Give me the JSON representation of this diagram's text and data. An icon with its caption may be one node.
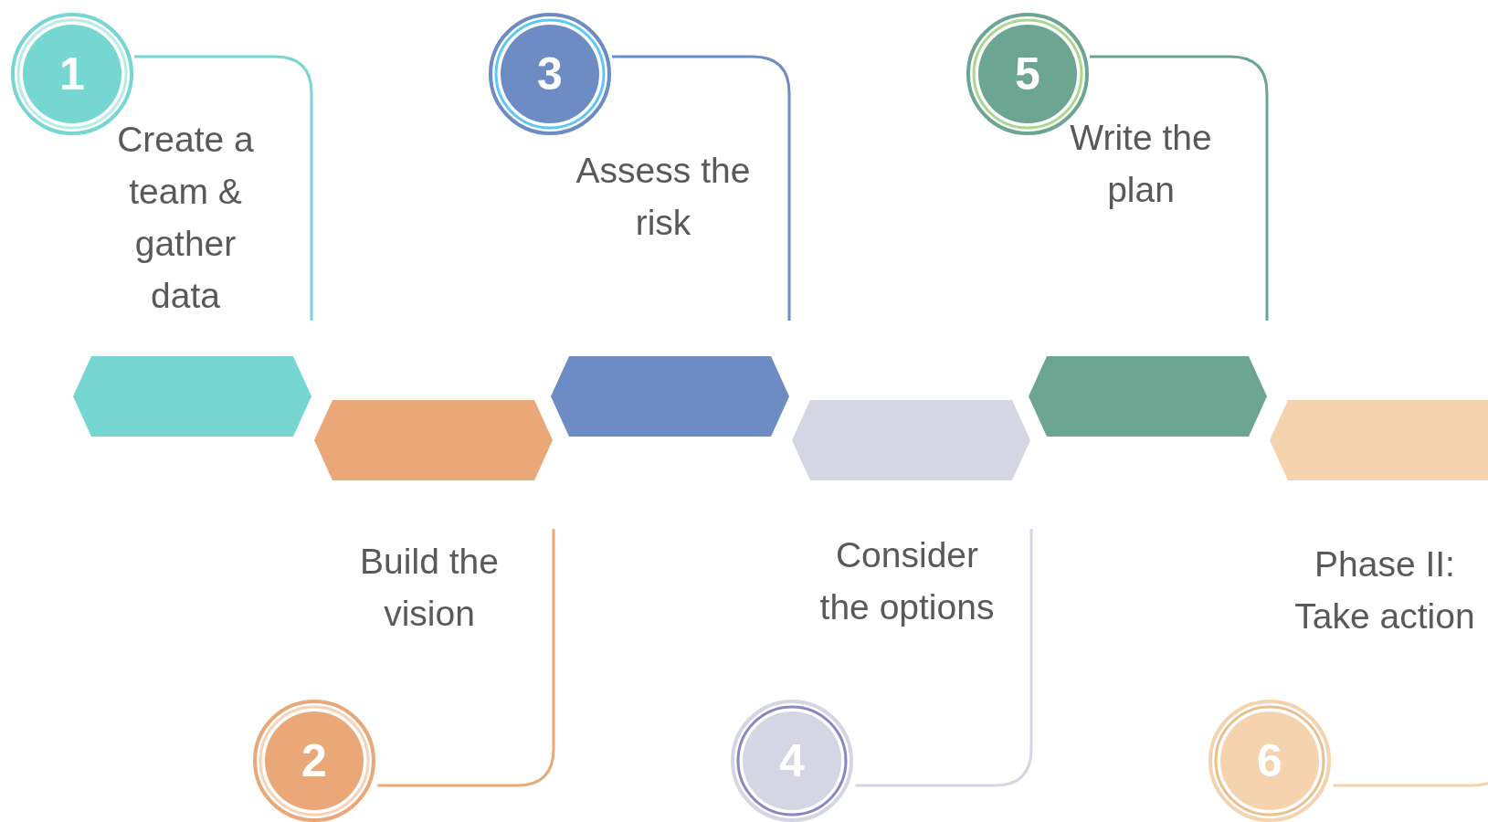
{
  "diagram": {
    "nodes": [
      {
        "text": [
          "1"
        ],
        "beside": [
          "Create a team & gather data"
        ]
      },
      {
        "text": [],
        "shape": "hexagon"
      },
      {
        "text": [
          "2"
        ],
        "beside": [
          "Build the vision"
        ]
      },
      {
        "text": [],
        "shape": "hexagon"
      },
      {
        "text": [
          "3"
        ],
        "beside": [
          "Assess the risk"
        ]
      },
      {
        "text": [],
        "shape": "hexagon"
      },
      {
        "text": [
          "4"
        ],
        "beside": [
          "Consider the options"
        ]
      },
      {
        "text": [],
        "shape": "hexagon"
      },
      {
        "text": [
          "5"
        ],
        "beside": [
          "Write the plan"
        ]
      },
      {
        "text": [],
        "shape": "hexagon"
      },
      {
        "text": [
          "6"
        ],
        "beside": [
          "Phase II: Take action"
        ]
      },
      {
        "text": [],
        "shape": "hexagon"
      }
    ]
  }
}
